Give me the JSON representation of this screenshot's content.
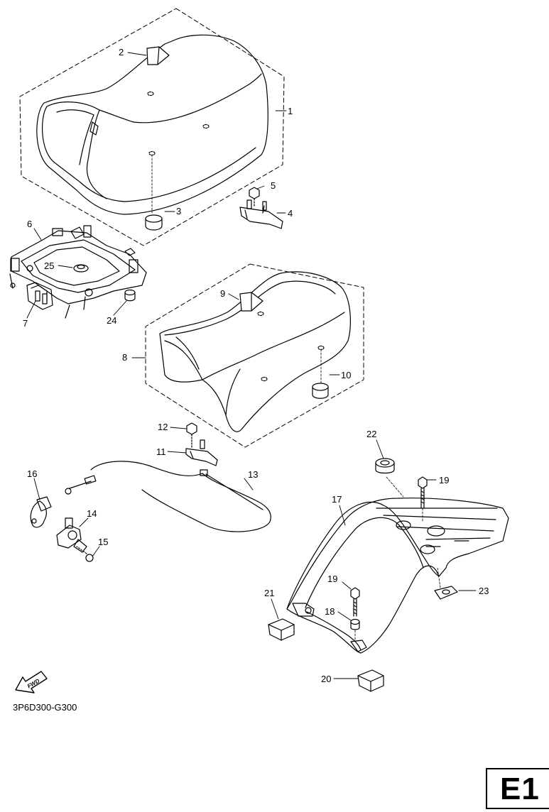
{
  "callouts": {
    "c1": "1",
    "c2": "2",
    "c3": "3",
    "c4": "4",
    "c5": "5",
    "c6": "6",
    "c7": "7",
    "c8": "8",
    "c9": "9",
    "c10": "10",
    "c11": "11",
    "c12": "12",
    "c13": "13",
    "c14": "14",
    "c15": "15",
    "c16": "16",
    "c17": "17",
    "c18": "18",
    "c19a": "19",
    "c19b": "19",
    "c20": "20",
    "c21": "21",
    "c22": "22",
    "c23": "23",
    "c24": "24",
    "c25": "25"
  },
  "fwd_label": "FWD",
  "diagram_code": "3P6D300-G300",
  "page_label": "E1"
}
